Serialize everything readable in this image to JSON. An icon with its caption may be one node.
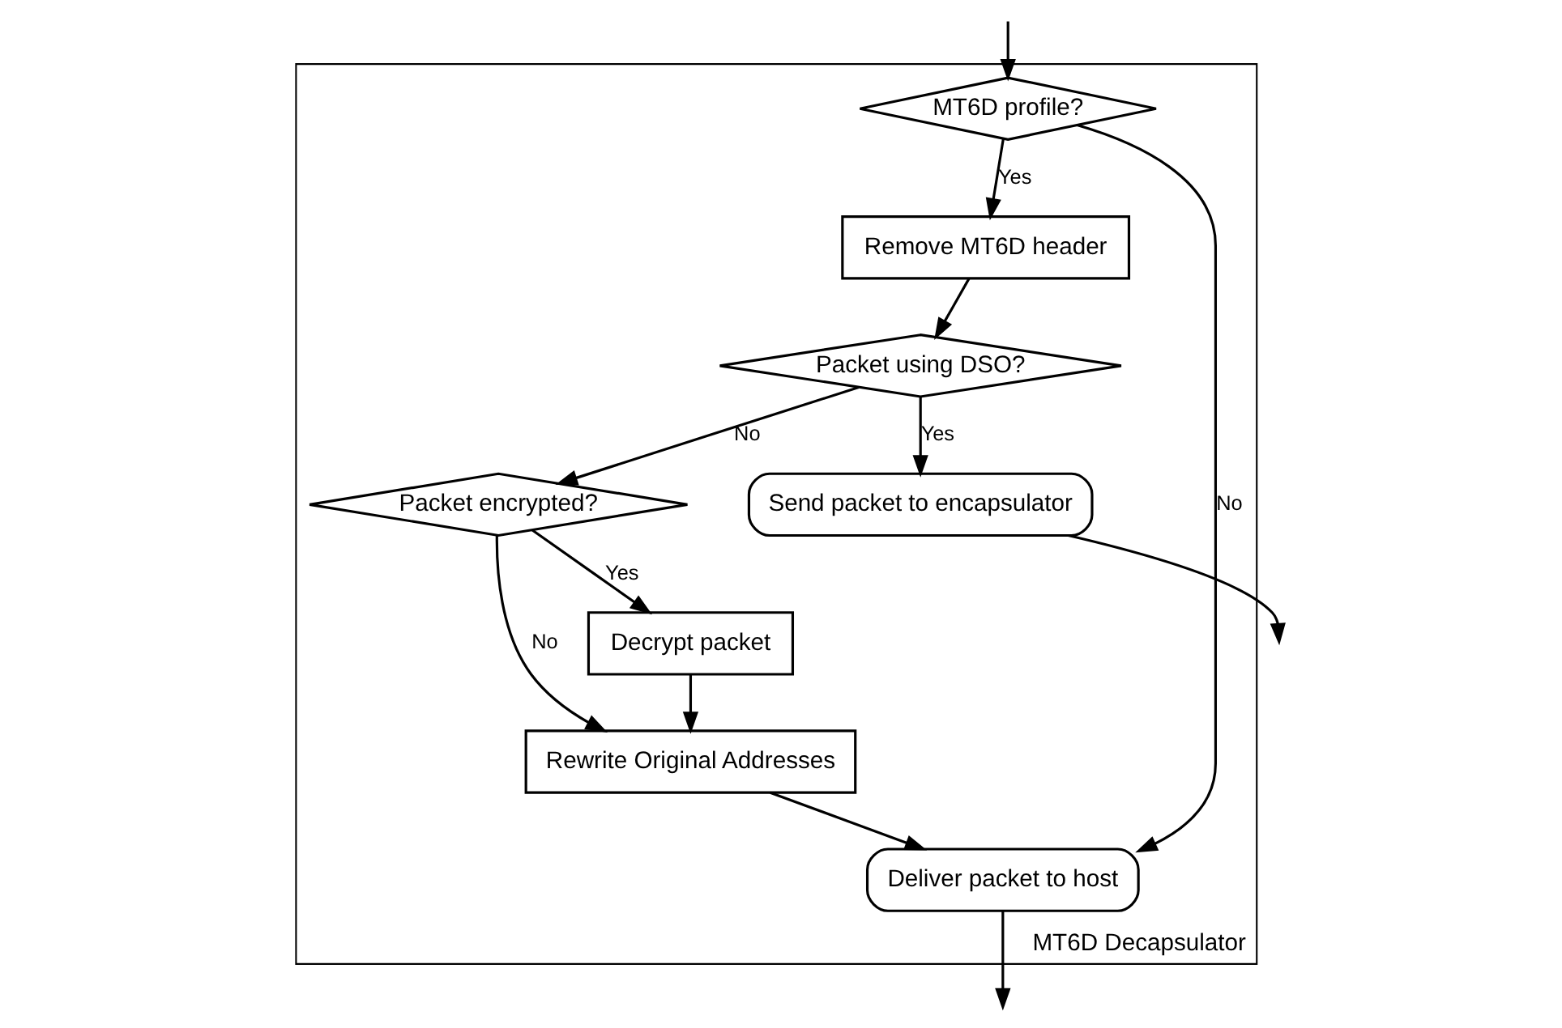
{
  "diagram": {
    "nodes": [
      {
        "text": [
          "MT6D Decapsulator"
        ]
      },
      {
        "text": [
          "MT6D profile?"
        ],
        "in": 0
      },
      {
        "text": [
          "Remove MT6D header"
        ],
        "in": 0
      },
      {
        "text": [
          "Packet using DSO?"
        ],
        "in": 0
      },
      {
        "text": [
          "Send packet to encapsulator"
        ],
        "in": 0
      },
      {
        "text": [
          "Packet encrypted?"
        ],
        "in": 0
      },
      {
        "text": [
          "Decrypt packet"
        ],
        "in": 0
      },
      {
        "text": [
          "Rewrite Original Addresses"
        ],
        "in": 0
      },
      {
        "text": [
          "Deliver packet to host"
        ],
        "in": 0
      }
    ],
    "edges": [
      {
        "from": null,
        "to": 1,
        "arrow": "to"
      },
      {
        "from": 1,
        "to": 2,
        "arrow": "to",
        "label": "Yes"
      },
      {
        "from": 1,
        "to": 8,
        "arrow": "to",
        "label": "No"
      },
      {
        "from": 2,
        "to": 3,
        "arrow": "to"
      },
      {
        "from": 3,
        "to": 4,
        "arrow": "to",
        "label": "Yes"
      },
      {
        "from": 3,
        "to": 5,
        "arrow": "to",
        "label": "No"
      },
      {
        "from": 4,
        "to": null,
        "arrow": "to"
      },
      {
        "from": 5,
        "to": 6,
        "arrow": "to",
        "label": "Yes"
      },
      {
        "from": 5,
        "to": 7,
        "arrow": "to",
        "label": "No"
      },
      {
        "from": 6,
        "to": 7,
        "arrow": "to"
      },
      {
        "from": 7,
        "to": 8,
        "arrow": "to"
      },
      {
        "from": 8,
        "to": null,
        "arrow": "to"
      }
    ]
  }
}
